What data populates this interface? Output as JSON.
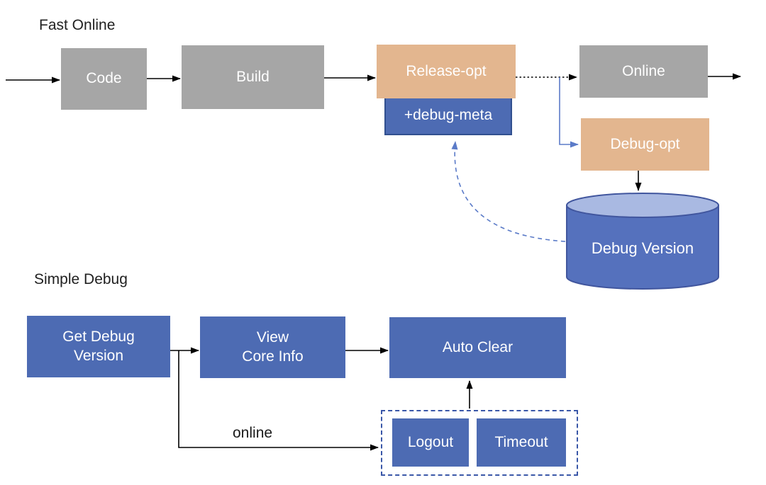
{
  "fast_online": {
    "title": "Fast Online",
    "code": "Code",
    "build": "Build",
    "release_opt": "Release-opt",
    "debug_meta": "+debug-meta",
    "online": "Online",
    "debug_opt": "Debug-opt",
    "debug_version": "Debug Version"
  },
  "simple_debug": {
    "title": "Simple Debug",
    "get_debug_version": "Get Debug\nVersion",
    "view_core_info": "View\nCore Info",
    "auto_clear": "Auto Clear",
    "logout": "Logout",
    "timeout": "Timeout",
    "online_edge_label": "online"
  },
  "colors": {
    "gray_box": "#a6a6a6",
    "tan_box": "#e3b68f",
    "blue_box": "#4d6bb3",
    "blue_box_border": "#31508f",
    "dashed_container_border": "#3a57a8",
    "connector_black": "#000000",
    "connector_blue": "#5b7bc8",
    "cylinder_body": "#5571bd",
    "cylinder_top": "#a9b9e2",
    "cylinder_stroke": "#41569e"
  }
}
